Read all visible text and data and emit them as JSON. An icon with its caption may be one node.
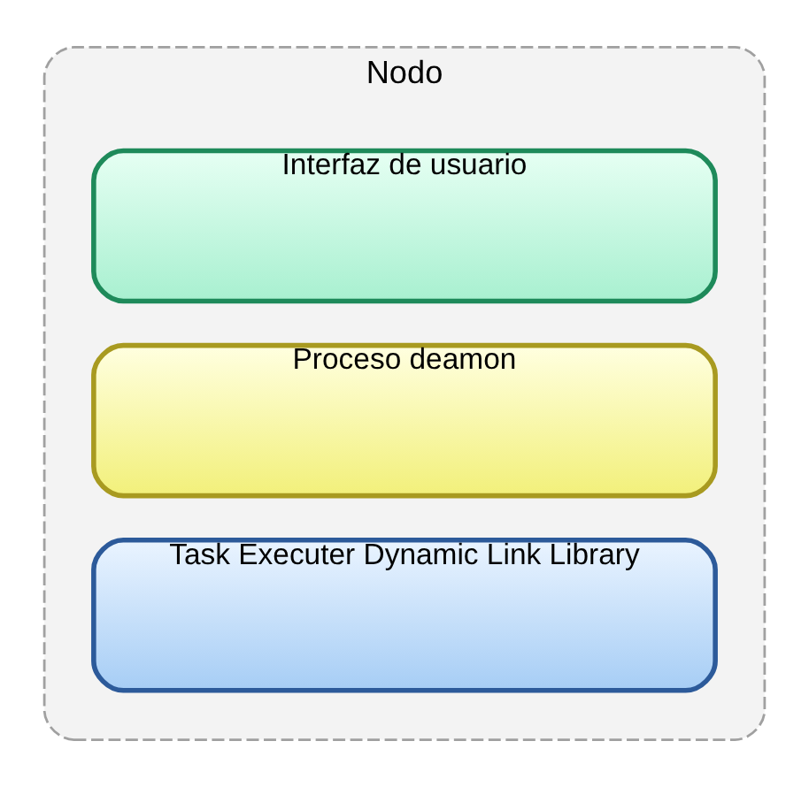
{
  "diagram": {
    "nodes": [
      {
        "text": [
          "Nodo"
        ]
      },
      {
        "text": [
          "Interfaz de usuario"
        ],
        "in": 0
      },
      {
        "text": [
          "Proceso deamon"
        ],
        "in": 0
      },
      {
        "text": [
          "Task Executer Dynamic Link Library"
        ],
        "in": 0
      }
    ]
  }
}
